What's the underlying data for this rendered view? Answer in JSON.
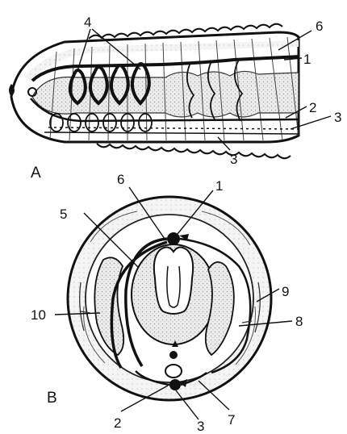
{
  "panels": {
    "a": "A",
    "b": "B"
  },
  "labels": {
    "a_1": "1",
    "a_2": "2",
    "a_3_upper": "3",
    "a_3_lower": "3",
    "a_4": "4",
    "a_6": "6",
    "b_1": "1",
    "b_2": "2",
    "b_3": "3",
    "b_5": "5",
    "b_6": "6",
    "b_7": "7",
    "b_8": "8",
    "b_9": "9",
    "b_10": "10"
  },
  "colors": {
    "ink": "#111111",
    "stipple": "#9a9a9a",
    "fill_light": "#dcdcdc",
    "background": "#ffffff"
  }
}
